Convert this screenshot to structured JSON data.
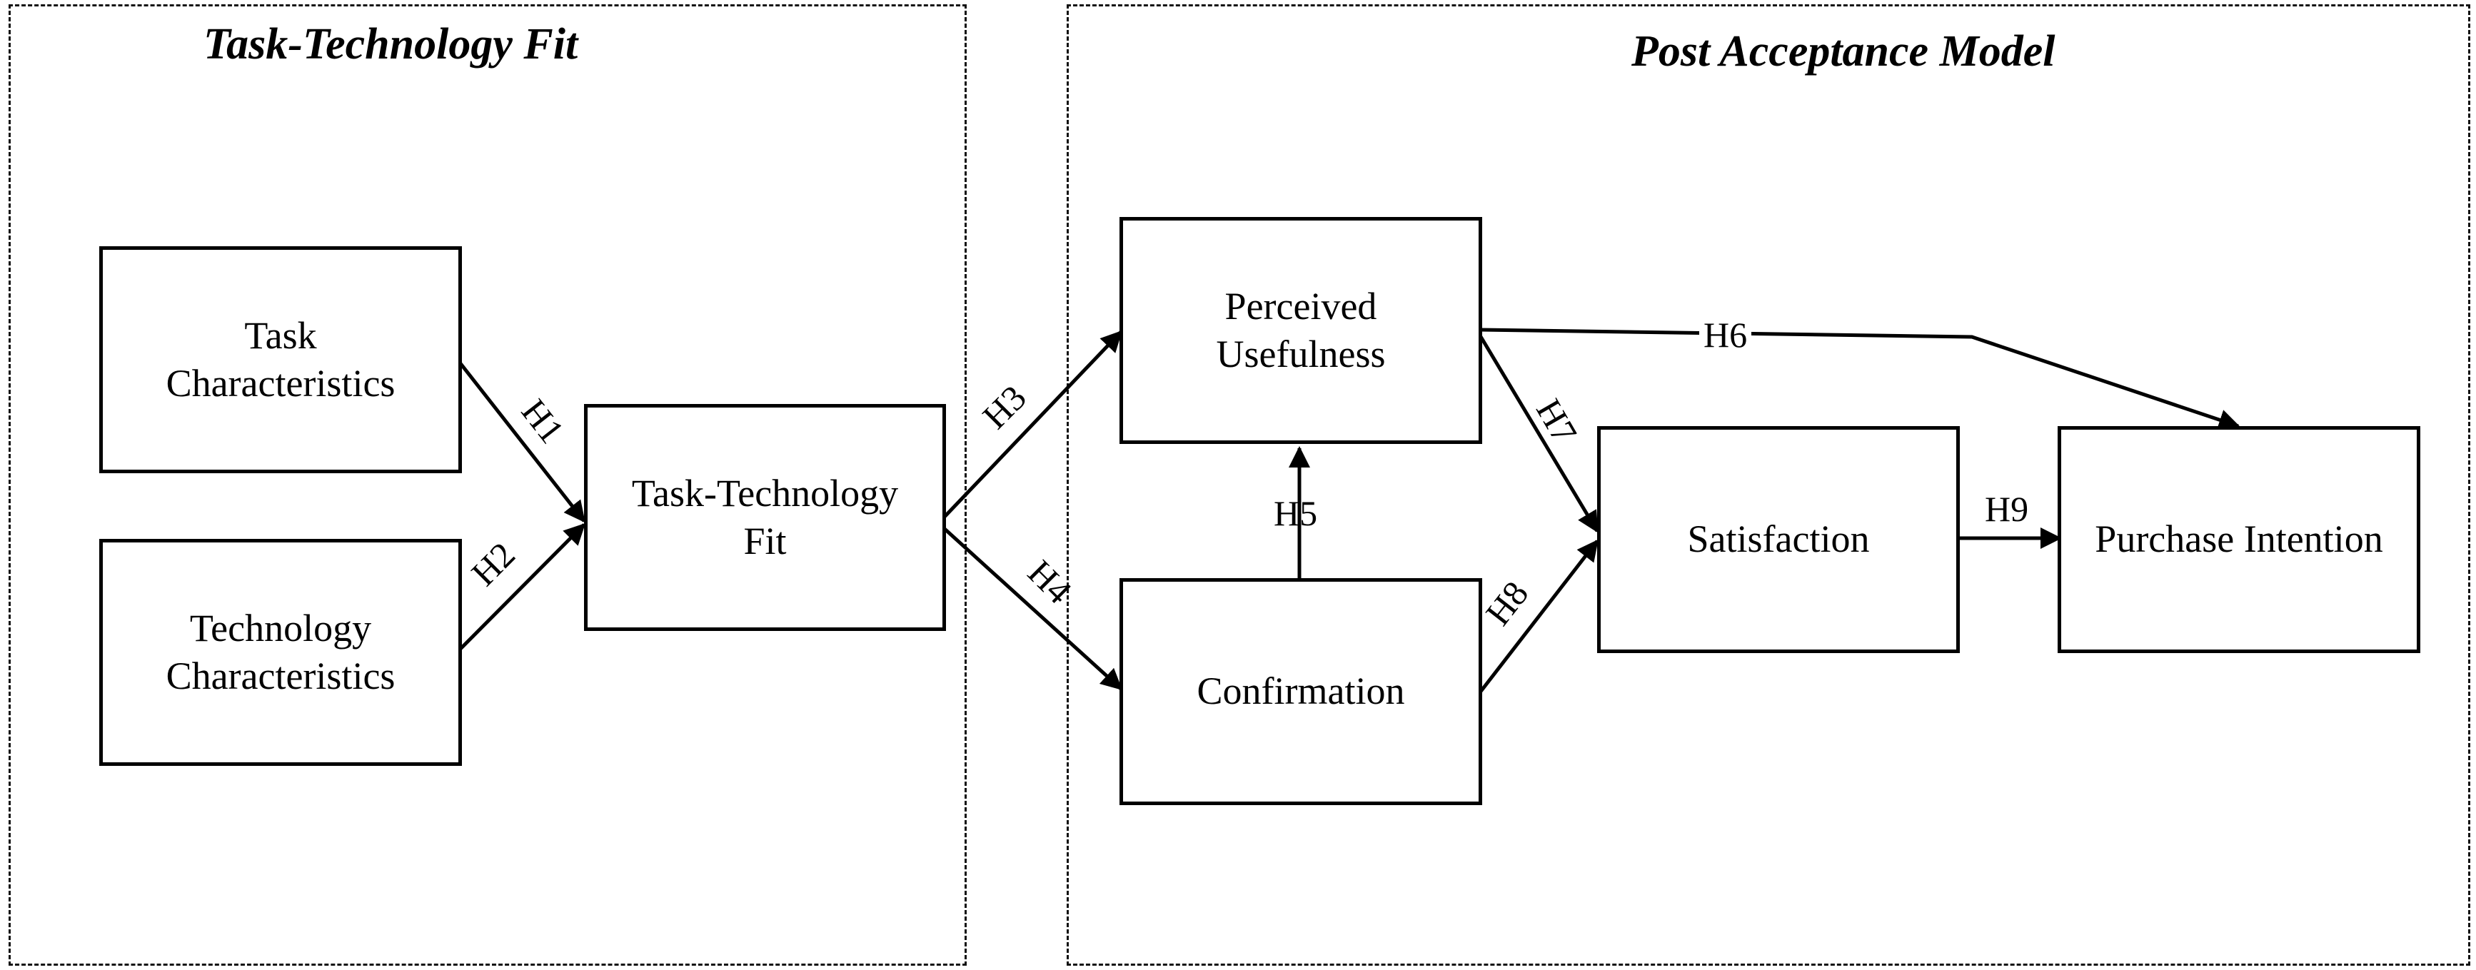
{
  "groups": {
    "ttf": {
      "title": "Task-Technology Fit"
    },
    "pam": {
      "title": "Post Acceptance Model"
    }
  },
  "nodes": {
    "task_characteristics": "Task\nCharacteristics",
    "technology_characteristics": "Technology\nCharacteristics",
    "task_technology_fit": "Task-Technology\nFit",
    "perceived_usefulness": "Perceived\nUsefulness",
    "confirmation": "Confirmation",
    "satisfaction": "Satisfaction",
    "purchase_intention": "Purchase Intention"
  },
  "hypotheses": {
    "h1": "H1",
    "h2": "H2",
    "h3": "H3",
    "h4": "H4",
    "h5": "H5",
    "h6": "H6",
    "h7": "H7",
    "h8": "H8",
    "h9": "H9"
  }
}
